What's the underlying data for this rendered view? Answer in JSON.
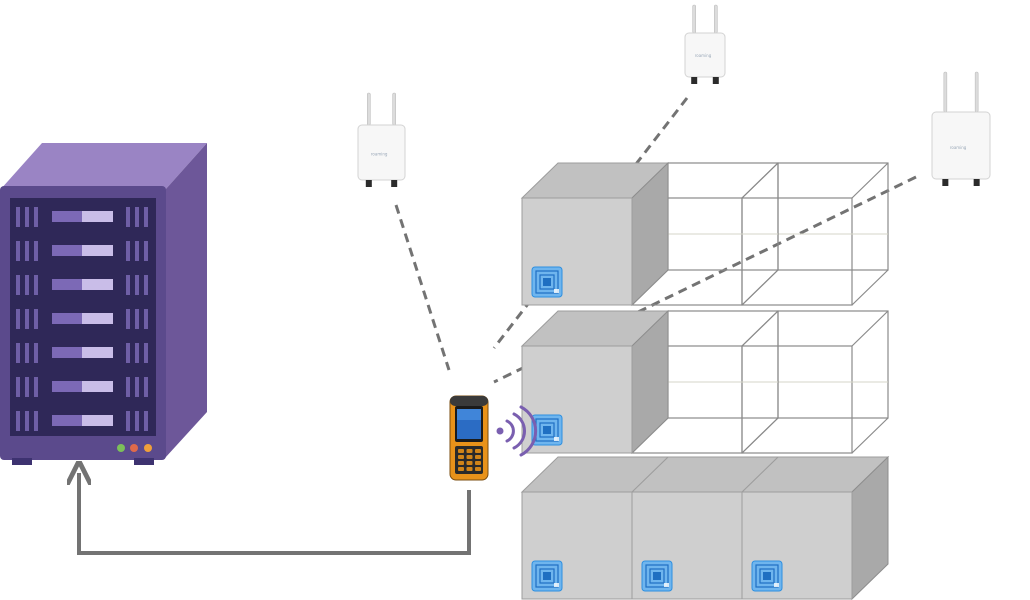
{
  "diagram": {
    "nodes": [
      {
        "id": "server",
        "kind": "server-rack",
        "rack_units": 7
      },
      {
        "id": "ap-1",
        "kind": "wireless-access-point"
      },
      {
        "id": "ap-2",
        "kind": "wireless-access-point"
      },
      {
        "id": "ap-3",
        "kind": "wireless-access-point"
      },
      {
        "id": "handheld",
        "kind": "rfid-handheld-reader"
      },
      {
        "id": "shelving",
        "kind": "warehouse-shelving",
        "rows": 3,
        "bays_per_row": 3
      }
    ],
    "shelf_occupancy": [
      [
        true,
        false,
        false
      ],
      [
        true,
        false,
        false
      ],
      [
        true,
        true,
        true
      ]
    ],
    "links": [
      {
        "from": "ap-1",
        "to": "handheld",
        "style": "dashed"
      },
      {
        "from": "ap-2",
        "to": "handheld",
        "style": "dashed"
      },
      {
        "from": "ap-3",
        "to": "handheld",
        "style": "dashed"
      },
      {
        "from": "handheld",
        "to": "server",
        "style": "solid-arrow"
      }
    ],
    "signal": {
      "from": "handheld",
      "type": "rfid-waves",
      "color": "#7a5fb0"
    }
  },
  "ap_labels": [
    "roaming",
    "roaming",
    "roaming"
  ],
  "colors": {
    "server_body": "#7b62a8",
    "server_front": "#5b4a8c",
    "server_panel": "#2f2858",
    "box_front": "#cfcfcf",
    "box_top": "#c1c1c1",
    "box_side": "#a9a9a9",
    "rfid_tag": "#2d8fe0",
    "link_line": "#737373",
    "handheld_body": "#e8921a",
    "led_green": "#7cc05a",
    "led_red": "#e06a4a",
    "led_orange": "#f0a03a"
  }
}
